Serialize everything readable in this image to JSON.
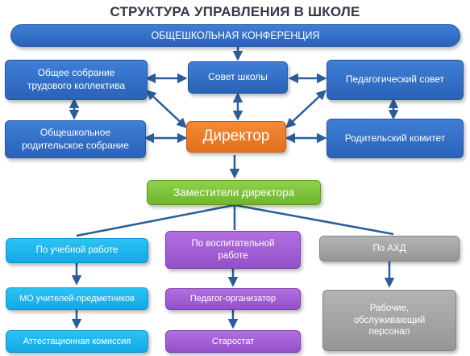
{
  "title": "СТРУКТУРА УПРАВЛЕНИЯ В ШКОЛЕ",
  "nodes": {
    "conference": "ОБЩЕШКОЛЬНАЯ КОНФЕРЕНЦИЯ",
    "general_meeting": "Общее собрание трудового коллектива",
    "school_council": "Совет школы",
    "pedagogical_council": "Педагогический совет",
    "parent_meeting": "Общешкольное родительское собрание",
    "director": "Директор",
    "parent_committee": "Родительский комитет",
    "deputies": "Заместители директора",
    "academic": "По учебной работе",
    "educational": "По воспитательной работе",
    "ahd": "По АХД",
    "mo_teachers": "МО учителей-предметников",
    "organizer": "Педагог-организатор",
    "service_staff": "Рабочие, обслуживающий персонал",
    "attestation": "Аттестационная комиссия",
    "starostat": "Старостат"
  },
  "colors": {
    "blue": "#2f6cc4",
    "orange": "#ec7a25",
    "green": "#7dc43a",
    "cyan": "#1ab5ec",
    "purple": "#a35dd6",
    "gray": "#a5a5a5",
    "connector": "#2a5d9a"
  }
}
